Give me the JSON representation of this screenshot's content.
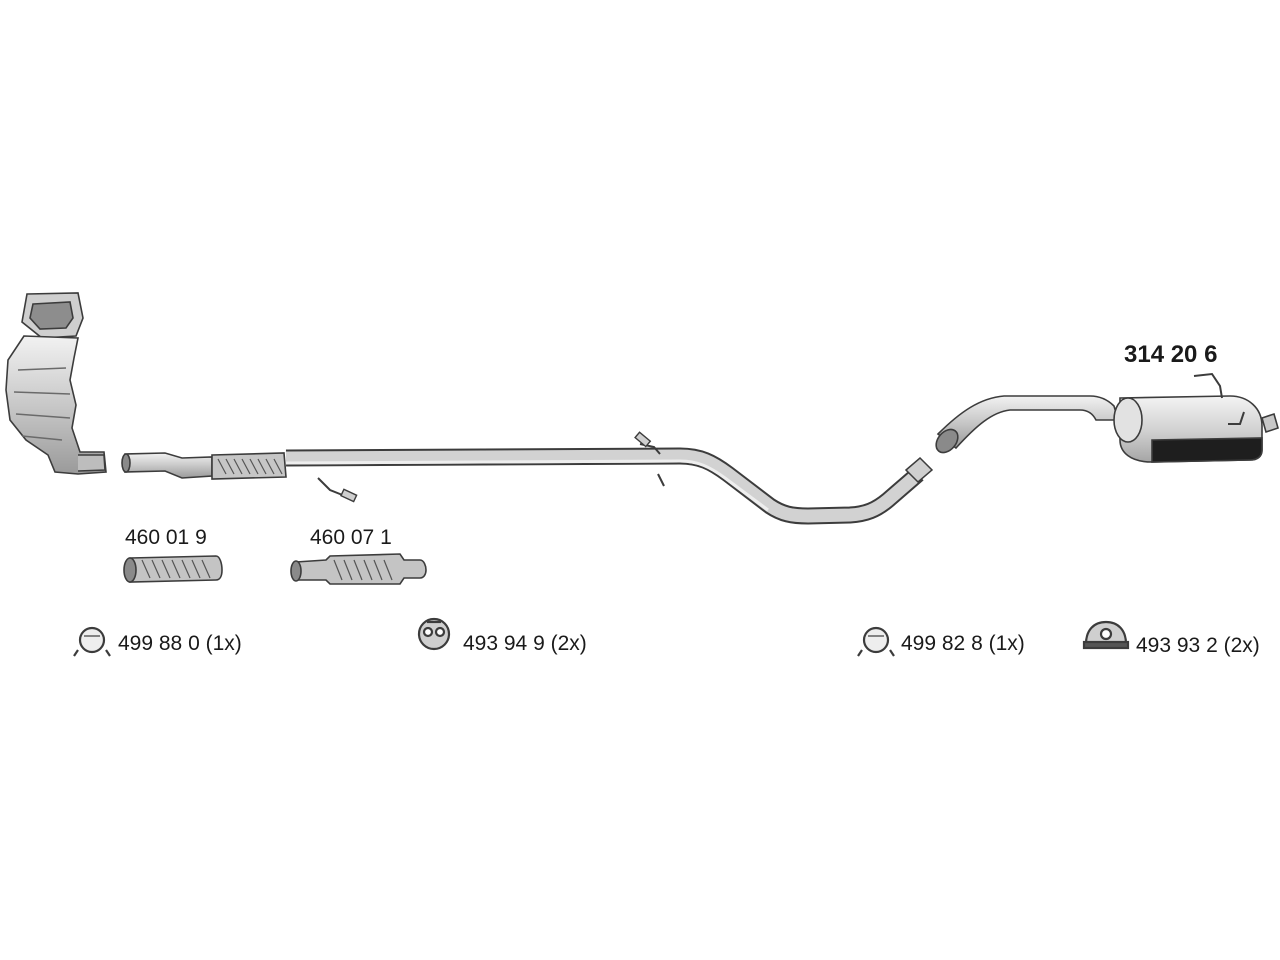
{
  "diagram": {
    "main_part": {
      "number": "314 20 6"
    },
    "flex_pipes": [
      {
        "number": "460 01 9"
      },
      {
        "number": "460 07 1"
      }
    ],
    "accessories": [
      {
        "number": "499 88 0 (1x)",
        "icon": "clamp-ring-icon"
      },
      {
        "number": "493 94 9 (2x)",
        "icon": "rubber-hanger-icon"
      },
      {
        "number": "499 82 8 (1x)",
        "icon": "clamp-ring-icon"
      },
      {
        "number": "493 93 2 (2x)",
        "icon": "rubber-mount-icon"
      }
    ],
    "colors": {
      "line": "#4a4a4a",
      "fill_light": "#e6e6e6",
      "fill_mid": "#b9b9b9",
      "fill_dark": "#1e1e1e"
    }
  }
}
